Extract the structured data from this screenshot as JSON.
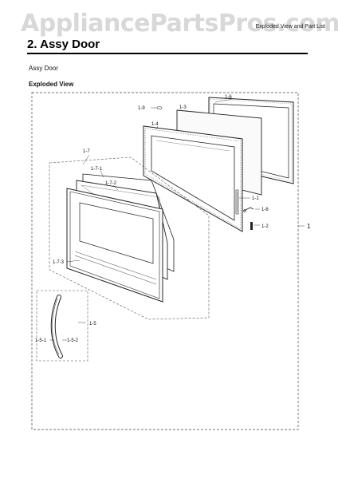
{
  "watermark": "AppliancePartsPros.com",
  "header_right": "Exploded View and Part List",
  "section_title": "2.  Assy Door",
  "subtitle": "Assy Door",
  "view_label": "Exploded View",
  "callouts": {
    "c1": "1",
    "c1_1": "1-1",
    "c1_2": "1-2",
    "c1_3": "1-3",
    "c1_4": "1-4",
    "c1_5": "1-5",
    "c1_5_1": "1-5-1",
    "c1_5_2": "1-5-2",
    "c1_6": "1-6",
    "c1_7": "1-7",
    "c1_7_1": "1-7-1",
    "c1_7_2": "1-7-2",
    "c1_7_3": "1-7-3",
    "c1_8": "1-8",
    "c1_9": "1-9"
  },
  "colors": {
    "line": "#222222",
    "watermark": "#d8d8d8"
  }
}
